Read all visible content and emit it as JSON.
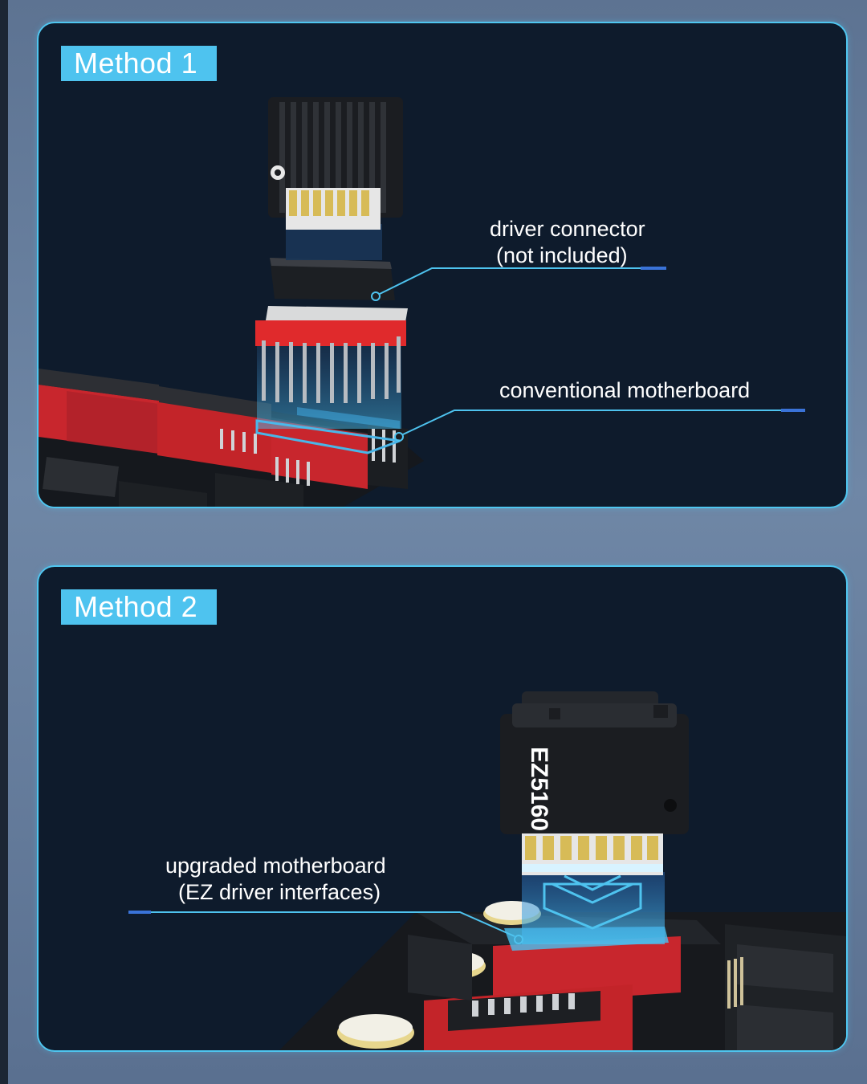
{
  "method1": {
    "tag": "Method 1",
    "callout_driver_line1": "driver connector",
    "callout_driver_line2": "(not included)",
    "callout_board": "conventional motherboard"
  },
  "method2": {
    "tag": "Method 2",
    "module_label": "EZ5160",
    "callout_board_line1": "upgraded motherboard",
    "callout_board_line2": "(EZ driver interfaces)"
  },
  "colors": {
    "accent": "#4ec3ef",
    "panel_bg": "#0e1b2c",
    "board_red": "#c8262d",
    "pin_gold": "#e9d48a"
  }
}
